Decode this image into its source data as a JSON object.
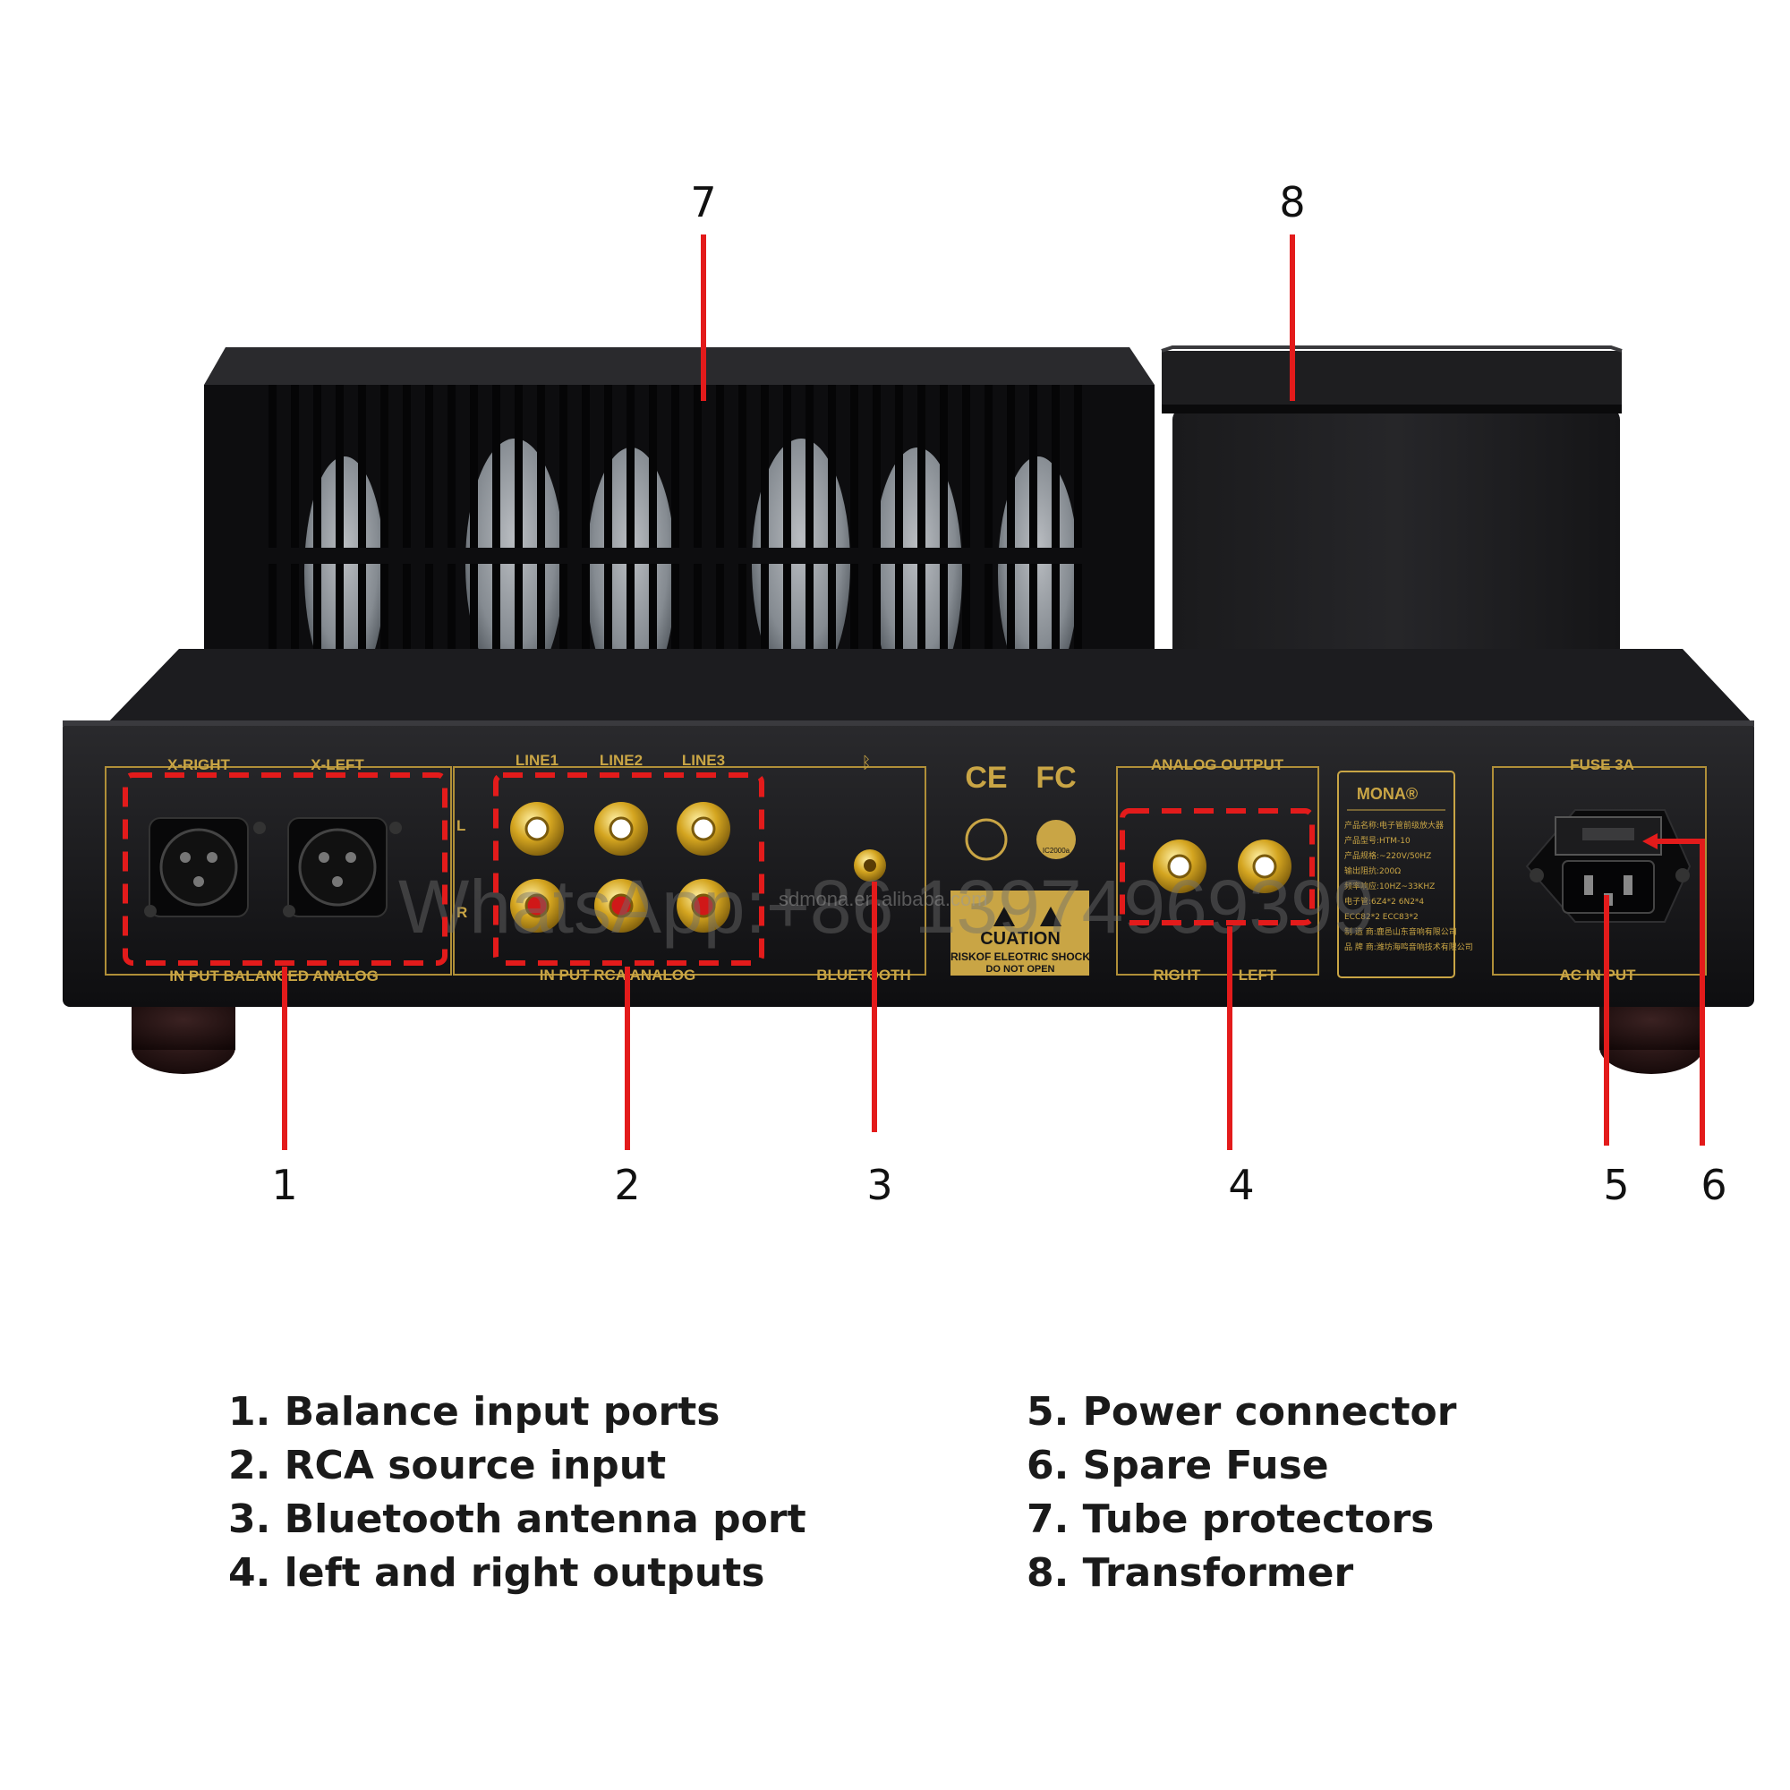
{
  "callouts": [
    {
      "number": "1"
    },
    {
      "number": "2"
    },
    {
      "number": "3"
    },
    {
      "number": "4"
    },
    {
      "number": "5"
    },
    {
      "number": "6"
    },
    {
      "number": "7"
    },
    {
      "number": "8"
    }
  ],
  "panel": {
    "balanced": {
      "right_label": "X-RIGHT",
      "left_label": "X-LEFT",
      "footer": "IN PUT BALANCED ANALOG",
      "side_l": "L",
      "side_r": "R"
    },
    "rca": {
      "line1": "LINE1",
      "line2": "LINE2",
      "line3": "LINE3",
      "footer": "IN PUT RCA ANALOG"
    },
    "bluetooth": {
      "label": "BLUETOOTH",
      "symbol": "ᛒ"
    },
    "certs": {
      "ce": "CE",
      "fc": "FC",
      "badge": "IC2000a"
    },
    "caution": {
      "title": "CUATION",
      "line1": "RISKOF ELEOTRIC SHOCK",
      "line2": "DO NOT OPEN"
    },
    "analog_output": {
      "title": "ANALOG  OUTPUT",
      "right": "RIGHT",
      "left": "LEFT"
    },
    "brand": {
      "logo": "MONA®",
      "lines": [
        "产品名称:电子管前级放大器",
        "产品型号:HTM-10",
        "产品规格:~220V/50HZ",
        "输出阻抗:200Ω",
        "频率响应:10HZ~33KHZ",
        "电子管:6Z4*2   6N2*4",
        "        ECC82*2  ECC83*2",
        "制 造 商:鹿邑山东音响有限公司",
        "品 牌 商:潍坊海鸣音响技术有限公司"
      ]
    },
    "power": {
      "fuse_label": "FUSE 3A",
      "ac_label": "AC IN PUT"
    }
  },
  "watermark": {
    "text": "WhatsApp:+86 13974969399",
    "sub": "sdmona.en.alibaba.com"
  },
  "legend": {
    "left": [
      "1. Balance input ports",
      "2. RCA source input",
      "3. Bluetooth antenna port",
      "4. left and right outputs"
    ],
    "right": [
      "5. Power connector",
      "6. Spare Fuse",
      "7. Tube protectors",
      "8. Transformer"
    ]
  },
  "colors": {
    "accent": "#e31b1b",
    "panel": "#141416",
    "gold": "#c9a545",
    "background": "#ffffff"
  }
}
